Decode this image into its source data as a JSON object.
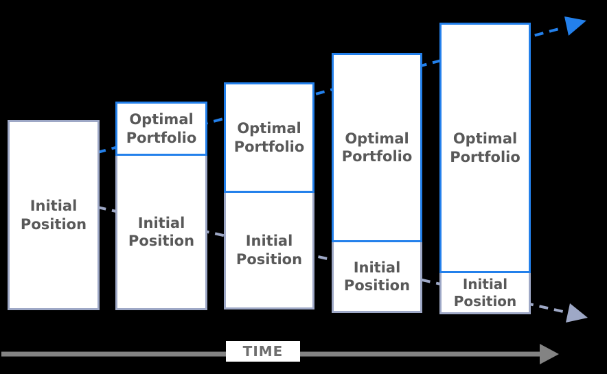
{
  "labels": {
    "optimal_portfolio": "Optimal Portfolio",
    "initial_position": "Initial Position"
  },
  "time_axis": {
    "label": "TIME"
  },
  "bars": [
    {
      "id": 1,
      "segments": [
        "initial_position"
      ]
    },
    {
      "id": 2,
      "segments": [
        "optimal_portfolio",
        "initial_position"
      ]
    },
    {
      "id": 3,
      "segments": [
        "optimal_portfolio",
        "initial_position"
      ]
    },
    {
      "id": 4,
      "segments": [
        "optimal_portfolio",
        "initial_position"
      ]
    },
    {
      "id": 5,
      "segments": [
        "optimal_portfolio",
        "initial_position"
      ]
    }
  ],
  "arrows": {
    "optimal_trend_icon": "dashed-arrow-up-right-icon",
    "initial_trend_icon": "dashed-arrow-down-right-icon",
    "time_axis_icon": "solid-arrow-right-icon"
  },
  "colors": {
    "background": "#000000",
    "box_fill": "#FFFFFF",
    "optimal_blue": "#2380EB",
    "initial_gray": "#9EA8C6",
    "label_text": "#595959",
    "time_arrow_gray": "#838383",
    "time_label_text": "#6E6E6E"
  }
}
